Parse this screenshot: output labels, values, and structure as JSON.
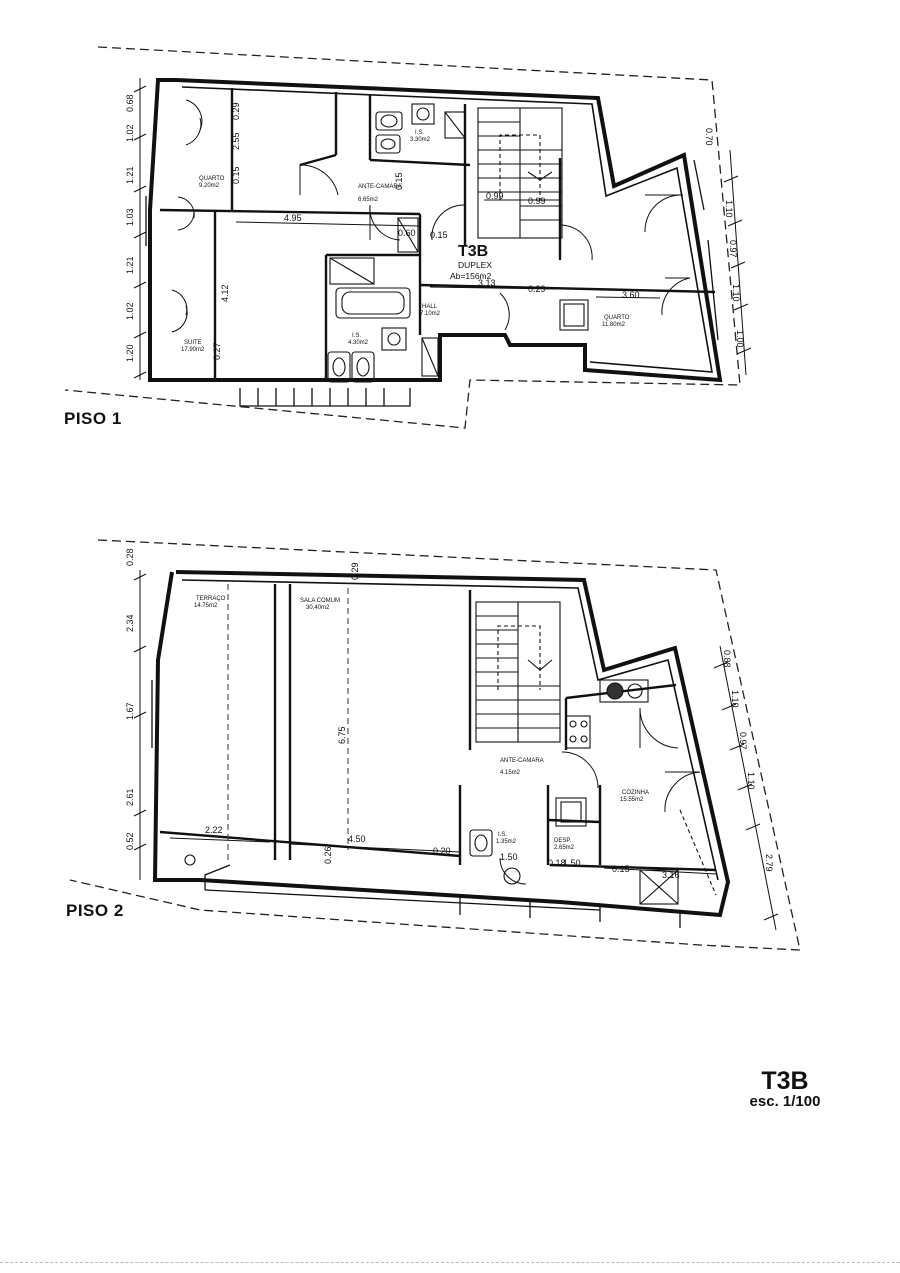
{
  "floor1": {
    "label": "PISO 1",
    "unit": {
      "name": "T3B",
      "type": "DUPLEX",
      "area": "Ab=156m2"
    },
    "rooms": [
      {
        "name": "QUARTO",
        "area": "9.20m2"
      },
      {
        "name": "ANTE-CAMARA",
        "area": "6.65m2"
      },
      {
        "name": "I.S.",
        "area": "3.30m2"
      },
      {
        "name": "SUITE",
        "area": "17.90m2"
      },
      {
        "name": "I.S.",
        "area": "4.30m2"
      },
      {
        "name": "HALL",
        "area": "7.10m2"
      },
      {
        "name": "QUARTO",
        "area": "11.80m2"
      }
    ],
    "dims_left": [
      "0.68",
      "1.02",
      "1.21",
      "1.03",
      "1.21",
      "1.02",
      "1.20"
    ],
    "dims_right": [
      "0.70",
      "1.10",
      "0.97",
      "1.10",
      "1.00"
    ],
    "dims_inner": [
      "0.29",
      "2.55",
      "0.15",
      "4.95",
      "0.15",
      "0.60",
      "0.15",
      "4.12",
      "0.27",
      "0.99",
      "0.99",
      "3.13",
      "0.29",
      "3.60"
    ]
  },
  "floor2": {
    "label": "PISO 2",
    "rooms": [
      {
        "name": "TERRAÇO",
        "area": "14.75m2"
      },
      {
        "name": "SALA COMUM",
        "area": "30.40m2"
      },
      {
        "name": "ANTE-CAMARA",
        "area": "4.15m2"
      },
      {
        "name": "COZINHA",
        "area": "15.55m2"
      },
      {
        "name": "I.S.",
        "area": "1.35m2"
      },
      {
        "name": "DESP.",
        "area": "2.65m2"
      }
    ],
    "dims_left": [
      "0.28",
      "2.34",
      "1.67",
      "2.61",
      "0.52"
    ],
    "dims_right": [
      "0.88",
      "1.10",
      "0.97",
      "1.10",
      "2.79"
    ],
    "dims_inner": [
      "0.29",
      "6.75",
      "2.22",
      "4.50",
      "0.26",
      "0.20",
      "1.50",
      "0.18",
      "1.50",
      "0.15",
      "3.16"
    ]
  },
  "title": {
    "name": "T3B",
    "scale": "esc. 1/100"
  }
}
